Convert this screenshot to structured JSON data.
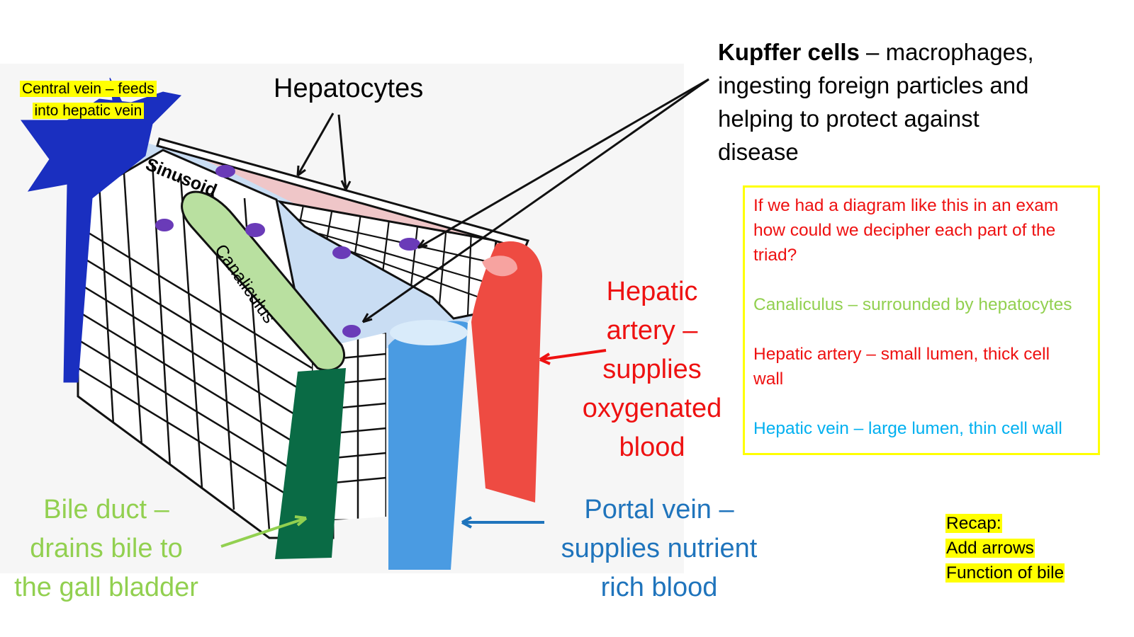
{
  "labels": {
    "central_vein": [
      "Central vein – feeds",
      "into hepatic vein"
    ],
    "hepatocytes": "Hepatocytes",
    "kupffer_bold": "Kupffer cells",
    "kupffer_rest": " – macrophages,",
    "kupffer_lines": [
      "ingesting foreign particles and",
      "helping to protect against",
      "disease"
    ],
    "sinusoid": "Sinusoid",
    "canaliculus": "Canaliculus",
    "hepatic_artery": [
      "Hepatic",
      "artery –",
      "supplies",
      "oxygenated",
      "blood"
    ],
    "bile_duct": [
      "Bile duct –",
      "drains bile to",
      "the gall bladder"
    ],
    "portal_vein": [
      "Portal vein –",
      "supplies nutrient",
      "rich blood"
    ]
  },
  "exam_box": {
    "question": [
      "If we had a diagram like this in an exam",
      "how could we decipher each part of the",
      "triad?"
    ],
    "canaliculus": "Canaliculus – surrounded by hepatocytes",
    "hepatic_artery": [
      "Hepatic artery – small lumen, thick cell",
      "wall"
    ],
    "hepatic_vein": "Hepatic vein – large lumen, thin cell wall"
  },
  "recap": [
    "Recap:",
    "Add arrows",
    "Function of bile"
  ],
  "colors": {
    "bile_green": "#92d050",
    "artery_red": "#ee1111",
    "portal_blue": "#1f74bc",
    "vein_cyan": "#00b0f0",
    "highlight": "#ffff00",
    "central_vein_blue": "#1a2fc0",
    "bile_duct_dark": "#0a6b45"
  }
}
